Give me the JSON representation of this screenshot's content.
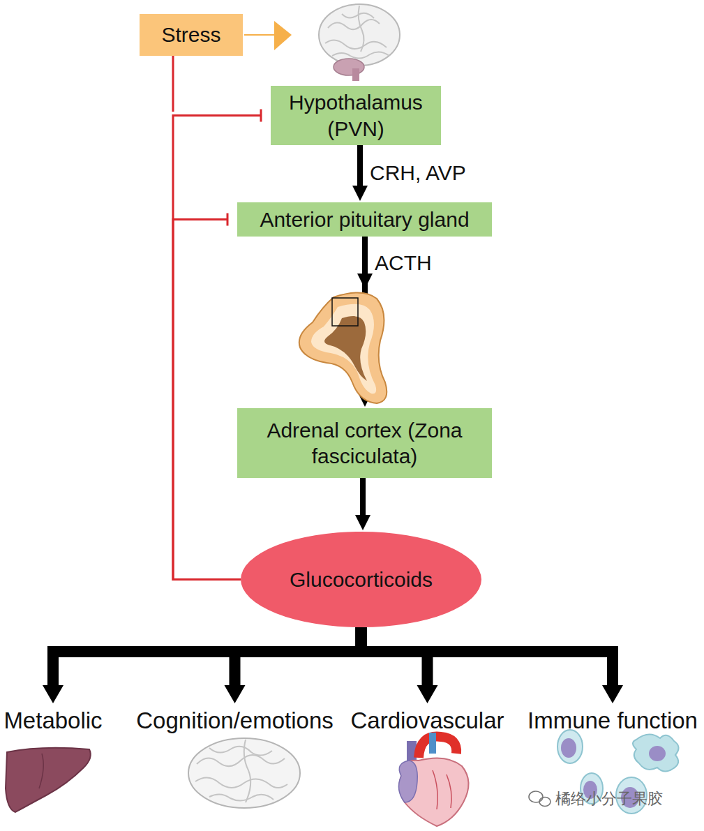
{
  "diagram": {
    "nodes": [
      {
        "text": [
          "Stress"
        ]
      },
      {
        "text": [
          "Hypothalamus (PVN)"
        ]
      },
      {
        "text": [
          "Anterior pituitary gland"
        ]
      },
      {
        "text": [
          "Adrenal cortex (Zona fasciculata)"
        ]
      },
      {
        "text": [
          "Glucocorticoids"
        ]
      },
      {
        "text": [
          "Metabolic"
        ]
      },
      {
        "text": [
          "Cognition/emotions"
        ]
      },
      {
        "text": [
          "Cardiovascular"
        ]
      },
      {
        "text": [
          "Immune function"
        ]
      }
    ],
    "edges": [
      {
        "from": 1,
        "to": 2,
        "label": "CRH, AVP",
        "arrow": "to"
      },
      {
        "from": 2,
        "to": 3,
        "label": "ACTH",
        "arrow": "to"
      },
      {
        "from": 3,
        "to": 4,
        "arrow": "to"
      },
      {
        "from": 4,
        "to": 1,
        "arrow": "to"
      },
      {
        "from": 4,
        "to": 2,
        "arrow": "to"
      },
      {
        "from": 4,
        "to": 5,
        "arrow": "to"
      },
      {
        "from": 4,
        "to": 6,
        "arrow": "to"
      },
      {
        "from": 4,
        "to": 7,
        "arrow": "to"
      },
      {
        "from": 4,
        "to": 8,
        "arrow": "to"
      }
    ],
    "labels": [
      "橘络小分子果胶"
    ]
  }
}
